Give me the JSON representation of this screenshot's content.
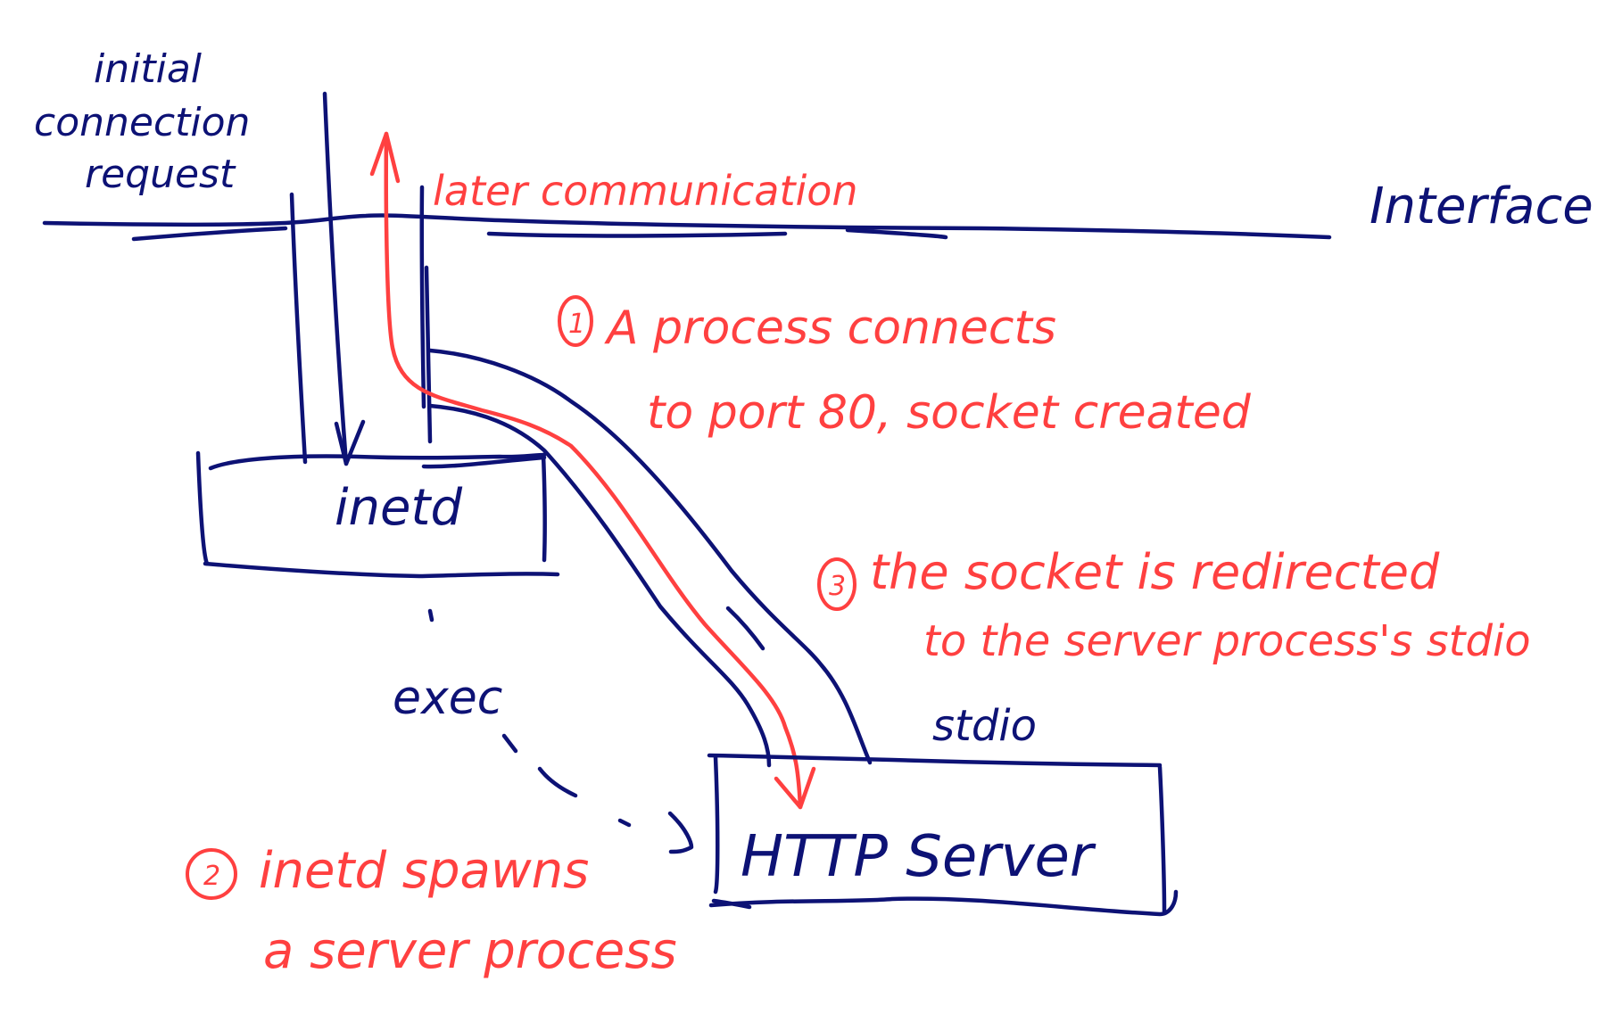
{
  "colors": {
    "ink_primary": "#0d1275",
    "ink_annotation": "#ff4040",
    "background": "#ffffff"
  },
  "labels": {
    "initial_request": [
      "initial",
      "connection",
      "request"
    ],
    "later_communication": "later communication",
    "interface": "Interface",
    "inetd_box": "inetd",
    "exec": "exec",
    "stdio": "stdio",
    "http_server_box": "HTTP Server"
  },
  "annotations": [
    {
      "number": "1",
      "lines": [
        "A process connects",
        "to port 80, socket created"
      ]
    },
    {
      "number": "2",
      "lines": [
        "inetd spawns",
        "a server process"
      ]
    },
    {
      "number": "3",
      "lines": [
        "the socket is redirected",
        "to the server process's stdio"
      ]
    }
  ]
}
